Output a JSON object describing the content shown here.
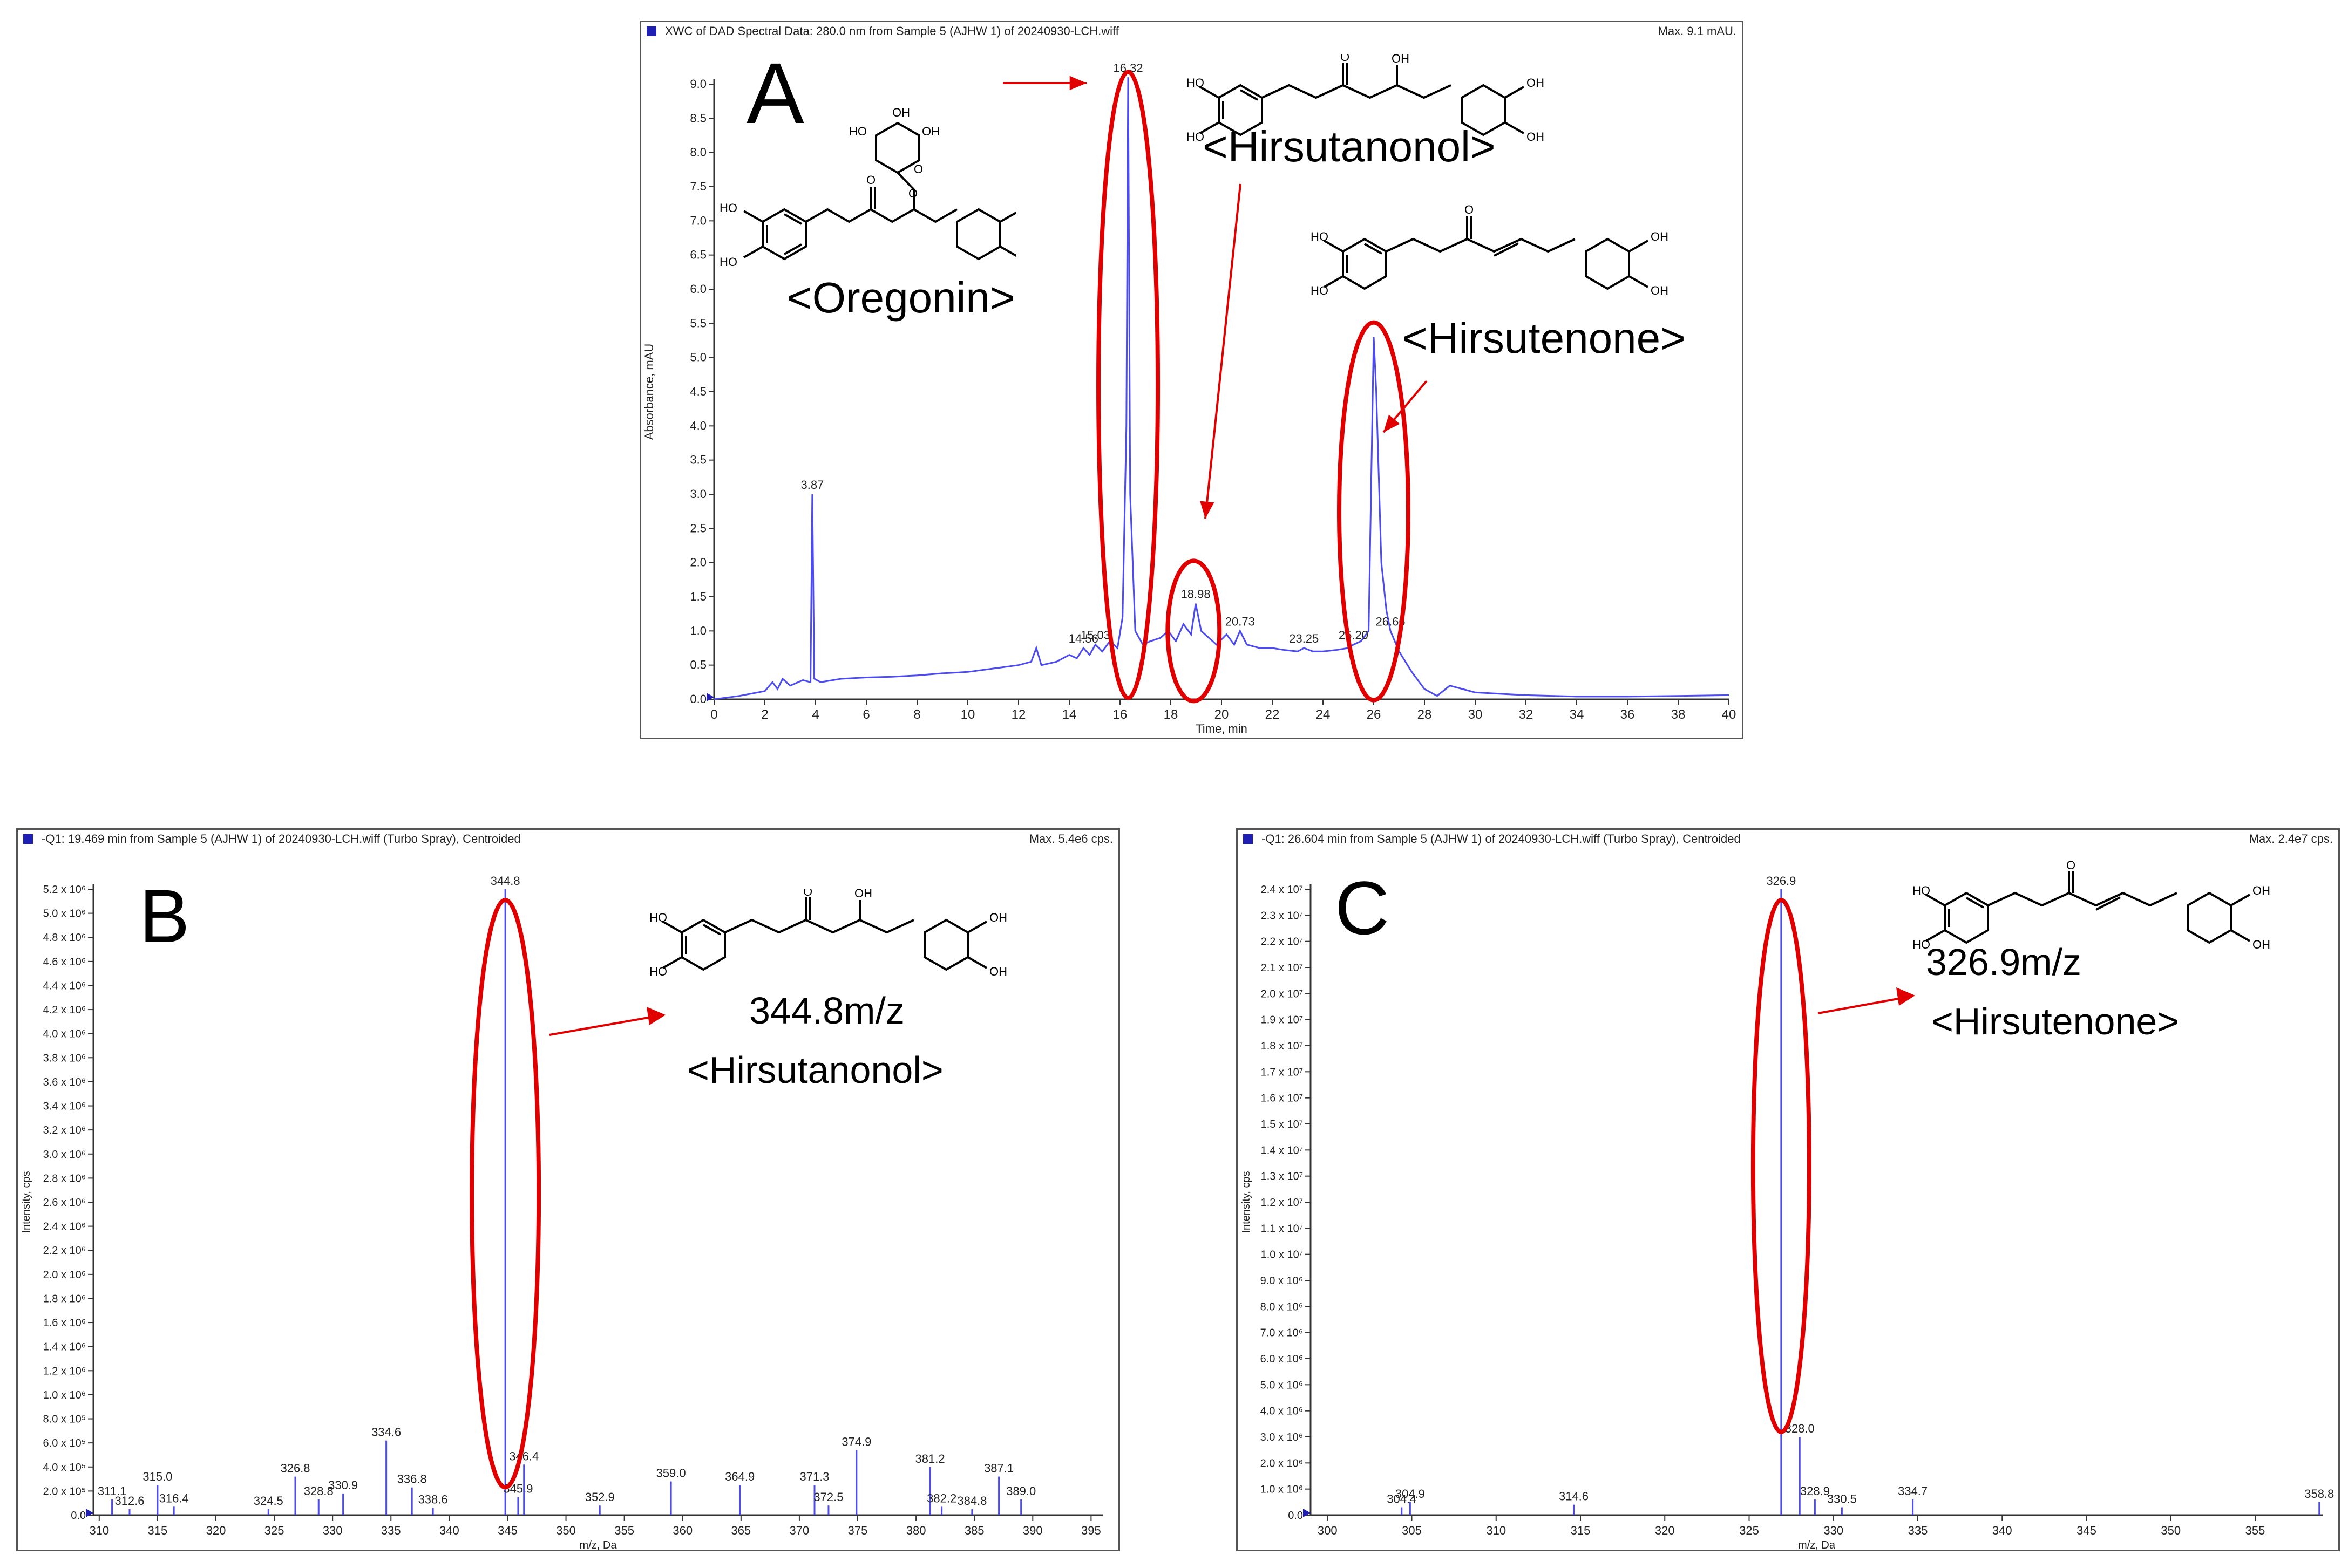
{
  "colors": {
    "trace": "#4b4bf0",
    "highlight": "#e00000",
    "axis": "#333333"
  },
  "panels": {
    "A": {
      "letter": "A",
      "header": "XWC of DAD Spectral Data: 280.0 nm from Sample 5 (AJHW 1) of 20240930-LCH.wiff",
      "max": "Max. 9.1 mAU.",
      "compounds": {
        "oregonin": "<Oregonin>",
        "hirsutanonol": "<Hirsutanonol>",
        "hirsutenone": "<Hirsutenone>"
      }
    },
    "B": {
      "letter": "B",
      "header": "-Q1: 19.469 min from Sample 5 (AJHW 1) of 20240930-LCH.wiff (Turbo Spray), Centroided",
      "max": "Max. 5.4e6 cps.",
      "mz": "344.8m/z",
      "compound": "<Hirsutanonol>"
    },
    "C": {
      "letter": "C",
      "header": "-Q1: 26.604 min from Sample 5 (AJHW 1) of 20240930-LCH.wiff (Turbo Spray), Centroided",
      "max": "Max. 2.4e7 cps.",
      "mz": "326.9m/z",
      "compound": "<Hirsutenone>"
    }
  },
  "chart_data": [
    {
      "type": "line",
      "id": "A",
      "xlabel": "Time, min",
      "ylabel": "Absorbance, mAU",
      "xlim": [
        0,
        40
      ],
      "ylim": [
        0,
        9.0
      ],
      "xticks": [
        0,
        2,
        4,
        6,
        8,
        10,
        12,
        14,
        16,
        18,
        20,
        22,
        24,
        26,
        28,
        30,
        32,
        34,
        36,
        38,
        40
      ],
      "yticks": [
        0.0,
        0.5,
        1.0,
        1.5,
        2.0,
        2.5,
        3.0,
        3.5,
        4.0,
        4.5,
        5.0,
        5.5,
        6.0,
        6.5,
        7.0,
        7.5,
        8.0,
        8.5,
        9.0
      ],
      "ytick_labels": [
        "0.0",
        "0.5",
        "1.0",
        "1.5",
        "2.0",
        "2.5",
        "3.0",
        "3.5",
        "4.0",
        "4.5",
        "5.0",
        "5.5",
        "6.0",
        "6.5",
        "7.0",
        "7.5",
        "8.0",
        "8.5",
        "9.0"
      ],
      "x": [
        0,
        1,
        2,
        2.3,
        2.5,
        2.7,
        3,
        3.5,
        3.8,
        3.87,
        3.95,
        4.2,
        5,
        6,
        7,
        8,
        9,
        10,
        11,
        12,
        12.5,
        12.7,
        12.9,
        13.5,
        14,
        14.3,
        14.56,
        14.8,
        15.03,
        15.3,
        15.6,
        15.9,
        16.1,
        16.25,
        16.32,
        16.4,
        16.6,
        16.9,
        17.2,
        17.6,
        17.9,
        18.2,
        18.5,
        18.8,
        18.98,
        19.2,
        19.5,
        19.8,
        20.2,
        20.5,
        20.73,
        21,
        21.5,
        22,
        22.5,
        23,
        23.25,
        23.6,
        24,
        24.5,
        25,
        25.2,
        25.5,
        25.8,
        26.0,
        26.1,
        26.3,
        26.5,
        26.66,
        27,
        27.5,
        28,
        28.5,
        29,
        29.5,
        30,
        31,
        32,
        34,
        36,
        38,
        40
      ],
      "y": [
        0,
        0.05,
        0.12,
        0.25,
        0.15,
        0.3,
        0.2,
        0.28,
        0.25,
        3.0,
        0.3,
        0.25,
        0.3,
        0.32,
        0.33,
        0.35,
        0.38,
        0.4,
        0.45,
        0.5,
        0.55,
        0.75,
        0.5,
        0.55,
        0.65,
        0.6,
        0.75,
        0.65,
        0.8,
        0.7,
        0.85,
        0.75,
        1.2,
        4.0,
        9.1,
        3.0,
        1.0,
        0.8,
        0.85,
        0.9,
        1.0,
        0.85,
        1.1,
        0.95,
        1.4,
        1.0,
        0.9,
        0.8,
        0.95,
        0.8,
        1.0,
        0.8,
        0.75,
        0.75,
        0.72,
        0.7,
        0.75,
        0.7,
        0.7,
        0.72,
        0.75,
        0.8,
        0.85,
        1.0,
        5.3,
        4.5,
        2.0,
        1.3,
        1.0,
        0.7,
        0.4,
        0.15,
        0.05,
        0.2,
        0.15,
        0.1,
        0.08,
        0.06,
        0.04,
        0.04,
        0.05,
        0.06
      ],
      "peak_labels": [
        {
          "x": 3.87,
          "y": 3.0,
          "text": "3.87"
        },
        {
          "x": 14.56,
          "y": 0.75,
          "text": "14.56"
        },
        {
          "x": 15.03,
          "y": 0.8,
          "text": "15.03"
        },
        {
          "x": 16.32,
          "y": 9.1,
          "text": "16.32"
        },
        {
          "x": 18.98,
          "y": 1.4,
          "text": "18.98"
        },
        {
          "x": 20.73,
          "y": 1.0,
          "text": "20.73"
        },
        {
          "x": 23.25,
          "y": 0.75,
          "text": "23.25"
        },
        {
          "x": 25.2,
          "y": 0.8,
          "text": "25.20"
        },
        {
          "x": 26.66,
          "y": 1.0,
          "text": "26.66"
        }
      ]
    },
    {
      "type": "bar",
      "id": "B",
      "xlabel": "m/z, Da",
      "ylabel": "Intensity, cps",
      "xlim": [
        309.5,
        396
      ],
      "ylim": [
        0,
        5200000.0
      ],
      "xticks": [
        310,
        315,
        320,
        325,
        330,
        335,
        340,
        345,
        350,
        355,
        360,
        365,
        370,
        375,
        380,
        385,
        390,
        395
      ],
      "yticks": [
        0,
        200000.0,
        400000.0,
        600000.0,
        800000.0,
        1000000.0,
        1200000.0,
        1400000.0,
        1600000.0,
        1800000.0,
        2000000.0,
        2200000.0,
        2400000.0,
        2600000.0,
        2800000.0,
        3000000.0,
        3200000.0,
        3400000.0,
        3600000.0,
        3800000.0,
        4000000.0,
        4200000.0,
        4400000.0,
        4600000.0,
        4800000.0,
        5000000.0,
        5200000.0
      ],
      "ytick_labels": [
        "0.0",
        "2.0 x 10⁵",
        "4.0 x 10⁵",
        "6.0 x 10⁵",
        "8.0 x 10⁵",
        "1.0 x 10⁶",
        "1.2 x 10⁶",
        "1.4 x 10⁶",
        "1.6 x 10⁶",
        "1.8 x 10⁶",
        "2.0 x 10⁶",
        "2.2 x 10⁶",
        "2.4 x 10⁶",
        "2.6 x 10⁶",
        "2.8 x 10⁶",
        "3.0 x 10⁶",
        "3.2 x 10⁶",
        "3.4 x 10⁶",
        "3.6 x 10⁶",
        "3.8 x 10⁶",
        "4.0 x 10⁶",
        "4.2 x 10⁶",
        "4.4 x 10⁶",
        "4.6 x 10⁶",
        "4.8 x 10⁶",
        "5.0 x 10⁶",
        "5.2 x 10⁶"
      ],
      "x": [
        311.1,
        312.6,
        315.0,
        316.4,
        324.5,
        326.8,
        328.8,
        330.9,
        334.6,
        336.8,
        338.6,
        344.8,
        345.9,
        346.4,
        352.9,
        359.0,
        364.9,
        371.3,
        372.5,
        374.9,
        381.2,
        382.2,
        384.8,
        387.1,
        389.0
      ],
      "y": [
        130000.0,
        50000.0,
        250000.0,
        70000.0,
        50000.0,
        320000.0,
        130000.0,
        180000.0,
        620000.0,
        230000.0,
        60000.0,
        5200000.0,
        150000.0,
        420000.0,
        80000.0,
        280000.0,
        250000.0,
        250000.0,
        80000.0,
        540000.0,
        400000.0,
        70000.0,
        50000.0,
        320000.0,
        130000.0
      ],
      "labels": [
        "311.1",
        "312.6",
        "315.0",
        "316.4",
        "324.5",
        "326.8",
        "328.8",
        "330.9",
        "334.6",
        "336.8",
        "338.6",
        "344.8",
        "345.9",
        "346.4",
        "352.9",
        "359.0",
        "364.9",
        "371.3",
        "372.5",
        "374.9",
        "381.2",
        "382.2",
        "384.8",
        "387.1",
        "389.0"
      ]
    },
    {
      "type": "bar",
      "id": "C",
      "xlabel": "m/z, Da",
      "ylabel": "Intensity, cps",
      "xlim": [
        299,
        359
      ],
      "ylim": [
        0,
        24000000.0
      ],
      "xticks": [
        300,
        305,
        310,
        315,
        320,
        325,
        330,
        335,
        340,
        345,
        350,
        355
      ],
      "yticks": [
        0,
        1000000.0,
        2000000.0,
        3000000.0,
        4000000.0,
        5000000.0,
        6000000.0,
        7000000.0,
        8000000.0,
        9000000.0,
        10000000.0,
        11000000.0,
        12000000.0,
        13000000.0,
        14000000.0,
        15000000.0,
        16000000.0,
        17000000.0,
        18000000.0,
        19000000.0,
        20000000.0,
        21000000.0,
        22000000.0,
        23000000.0,
        24000000.0
      ],
      "ytick_labels": [
        "0.0",
        "1.0 x 10⁶",
        "2.0 x 10⁶",
        "3.0 x 10⁶",
        "4.0 x 10⁶",
        "5.0 x 10⁶",
        "6.0 x 10⁶",
        "7.0 x 10⁶",
        "8.0 x 10⁶",
        "9.0 x 10⁶",
        "1.0 x 10⁷",
        "1.1 x 10⁷",
        "1.2 x 10⁷",
        "1.3 x 10⁷",
        "1.4 x 10⁷",
        "1.5 x 10⁷",
        "1.6 x 10⁷",
        "1.7 x 10⁷",
        "1.8 x 10⁷",
        "1.9 x 10⁷",
        "2.0 x 10⁷",
        "2.1 x 10⁷",
        "2.2 x 10⁷",
        "2.3 x 10⁷",
        "2.4 x 10⁷"
      ],
      "x": [
        304.4,
        304.9,
        314.6,
        326.9,
        328.0,
        328.9,
        330.5,
        334.7,
        358.8
      ],
      "y": [
        300000.0,
        500000.0,
        400000.0,
        24000000.0,
        3000000.0,
        600000.0,
        300000.0,
        600000.0,
        500000.0
      ],
      "labels": [
        "304.4",
        "304.9",
        "314.6",
        "326.9",
        "328.0",
        "328.9",
        "330.5",
        "334.7",
        "358.8"
      ]
    }
  ]
}
